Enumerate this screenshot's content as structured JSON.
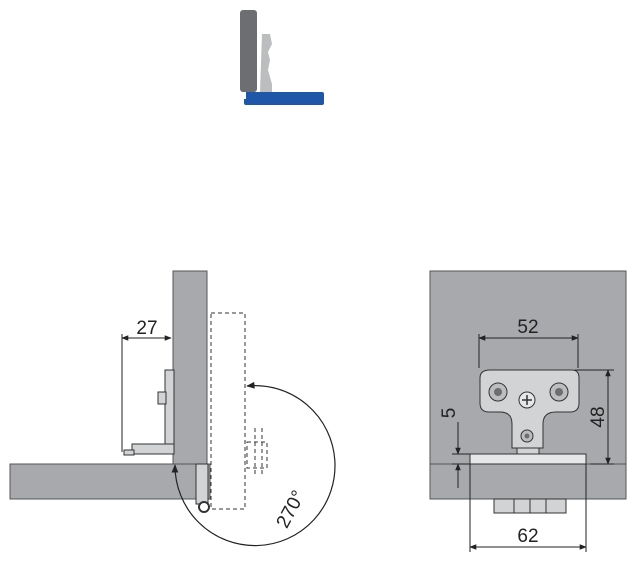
{
  "colors": {
    "panel_dark": "#6d6e71",
    "panel_light": "#bcbdbf",
    "accent_blue": "#1e57a8",
    "cabinet": "#a7a9ac",
    "hinge": "#d1d3d4",
    "line": "#222222"
  },
  "icon": {
    "name": "hinge-type-icon"
  },
  "side_view": {
    "dim_27": "27",
    "angle_label": "270°"
  },
  "front_view": {
    "dim_52": "52",
    "dim_48": "48",
    "dim_5": "5",
    "dim_62": "62"
  }
}
